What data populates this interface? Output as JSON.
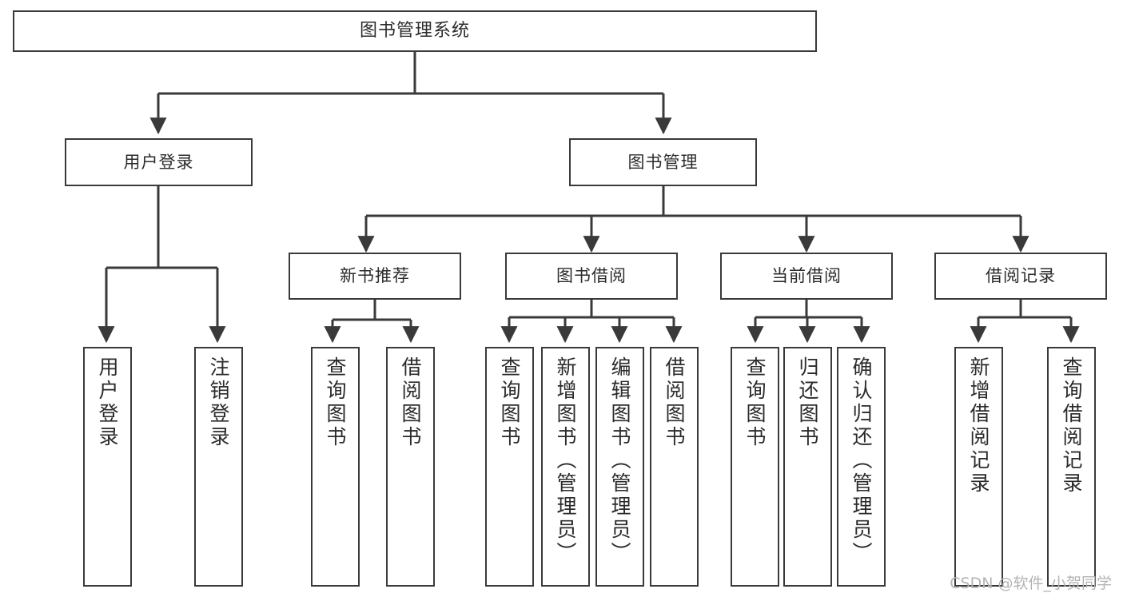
{
  "diagram": {
    "title": "图书管理系统",
    "watermark": "CSDN @软件_小贺同学",
    "line_color": "#3a3a3a",
    "text_color": "#2b2b2b",
    "background": "#ffffff",
    "nodes": {
      "root": {
        "label": "图书管理系统"
      },
      "level1": [
        {
          "label": "用户登录"
        },
        {
          "label": "图书管理"
        }
      ],
      "level2": [
        {
          "label": "新书推荐"
        },
        {
          "label": "图书借阅"
        },
        {
          "label": "当前借阅"
        },
        {
          "label": "借阅记录"
        }
      ],
      "leaves_user_login": [
        {
          "label": "用户登录"
        },
        {
          "label": "注销登录"
        }
      ],
      "leaves_new_book": [
        {
          "label": "查询图书"
        },
        {
          "label": "借阅图书"
        }
      ],
      "leaves_borrow": [
        {
          "label": "查询图书"
        },
        {
          "label": "新增图书（管理员）"
        },
        {
          "label": "编辑图书（管理员）"
        },
        {
          "label": "借阅图书"
        }
      ],
      "leaves_current": [
        {
          "label": "查询图书"
        },
        {
          "label": "归还图书"
        },
        {
          "label": "确认归还（管理员）"
        }
      ],
      "leaves_record": [
        {
          "label": "新增借阅记录"
        },
        {
          "label": "查询借阅记录"
        }
      ]
    }
  }
}
